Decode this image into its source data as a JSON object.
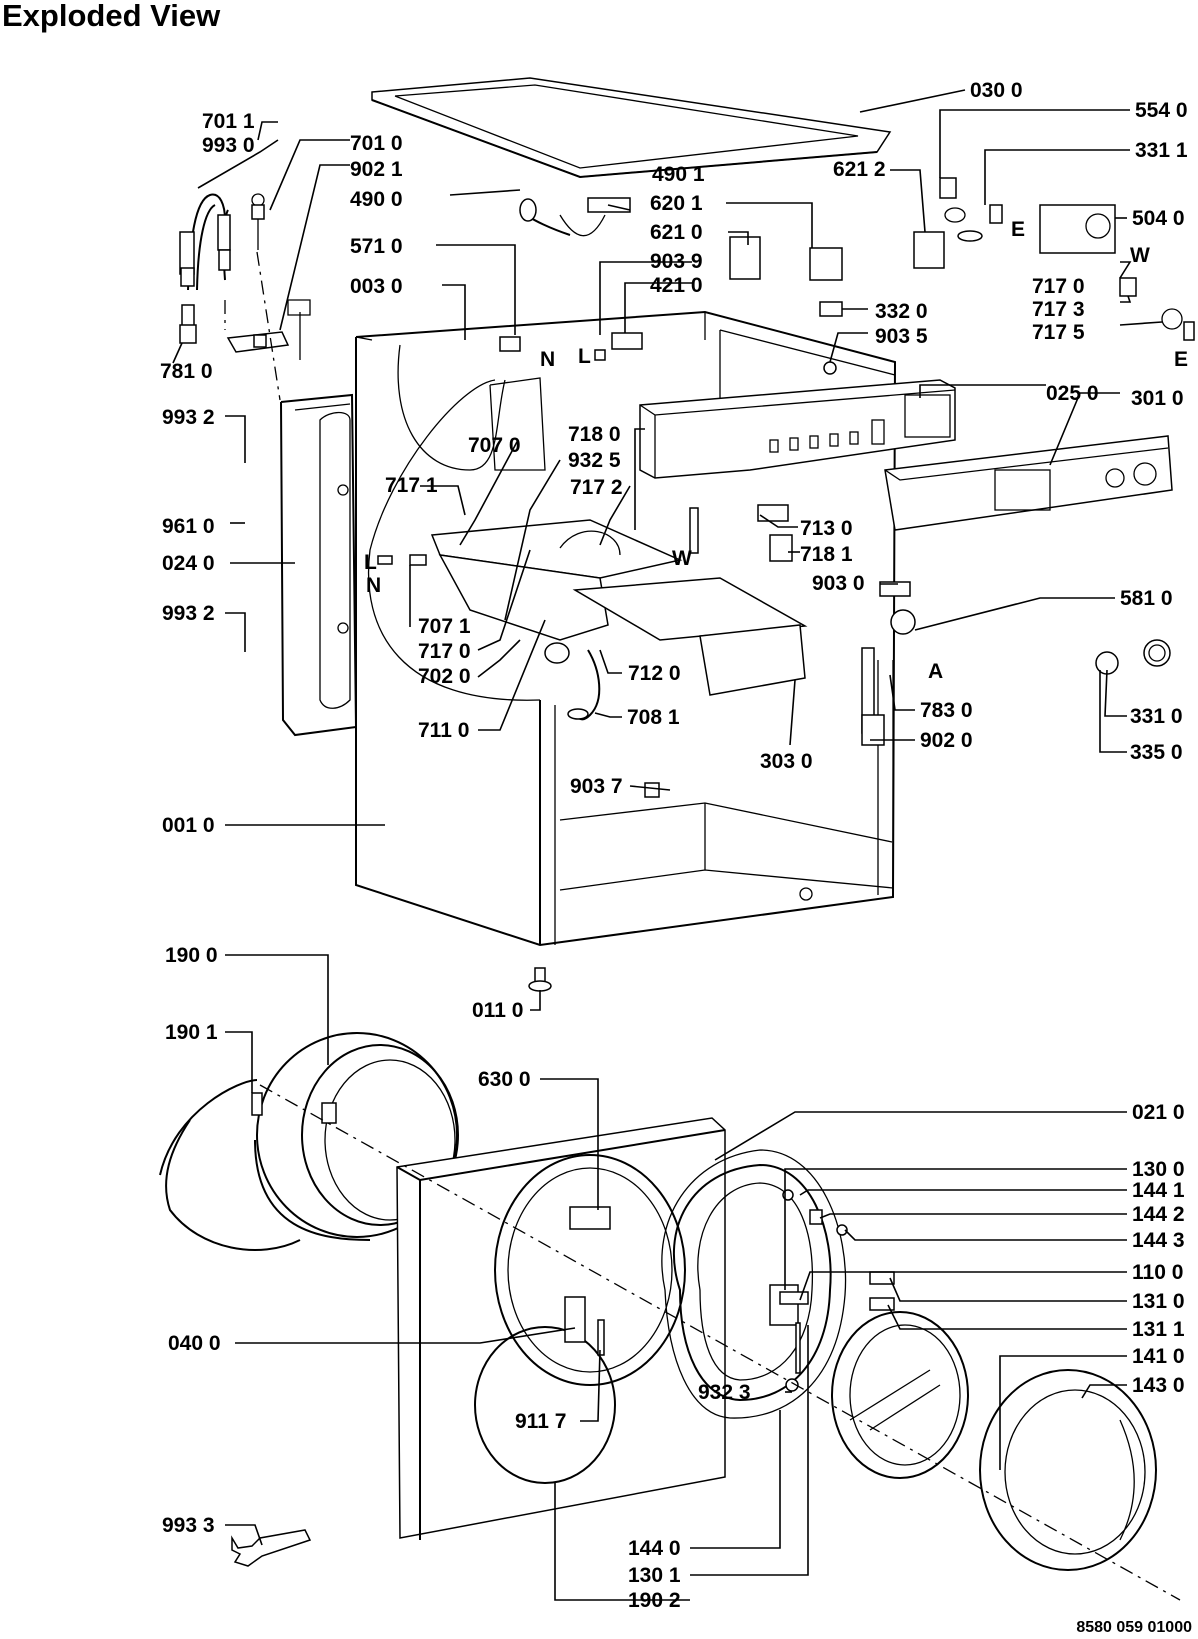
{
  "title": "Exploded View",
  "drawing_code": "8580 059 01000",
  "callouts": [
    {
      "id": "c0300",
      "label": "030 0"
    },
    {
      "id": "c5540",
      "label": "554 0"
    },
    {
      "id": "c3311",
      "label": "331 1"
    },
    {
      "id": "c6212",
      "label": "621 2"
    },
    {
      "id": "c5040",
      "label": "504 0"
    },
    {
      "id": "c7011",
      "label": "701 1"
    },
    {
      "id": "c9930",
      "label": "993 0"
    },
    {
      "id": "c7010",
      "label": "701 0"
    },
    {
      "id": "c9021",
      "label": "902 1"
    },
    {
      "id": "c4901",
      "label": "490 1"
    },
    {
      "id": "c4900",
      "label": "490 0"
    },
    {
      "id": "c6201",
      "label": "620 1"
    },
    {
      "id": "c6210",
      "label": "621 0"
    },
    {
      "id": "c5710",
      "label": "571 0"
    },
    {
      "id": "c9039",
      "label": "903 9"
    },
    {
      "id": "c4210",
      "label": "421 0"
    },
    {
      "id": "c0030",
      "label": "003 0"
    },
    {
      "id": "c7170",
      "label": "717 0"
    },
    {
      "id": "c7173",
      "label": "717 3"
    },
    {
      "id": "c7175",
      "label": "717 5"
    },
    {
      "id": "c3320",
      "label": "332 0"
    },
    {
      "id": "c9035",
      "label": "903 5"
    },
    {
      "id": "c7810",
      "label": "781 0"
    },
    {
      "id": "c0250",
      "label": "025 0"
    },
    {
      "id": "c9932a",
      "label": "993 2"
    },
    {
      "id": "c3010",
      "label": "301 0"
    },
    {
      "id": "c7070",
      "label": "707 0"
    },
    {
      "id": "c7180",
      "label": "718 0"
    },
    {
      "id": "c9325",
      "label": "932 5"
    },
    {
      "id": "c7171",
      "label": "717 1"
    },
    {
      "id": "c7172",
      "label": "717 2"
    },
    {
      "id": "c9610",
      "label": "961 0"
    },
    {
      "id": "c7130",
      "label": "713 0"
    },
    {
      "id": "c0240",
      "label": "024 0"
    },
    {
      "id": "c7181",
      "label": "718 1"
    },
    {
      "id": "c9030",
      "label": "903 0"
    },
    {
      "id": "c9932b",
      "label": "993 2"
    },
    {
      "id": "c5810",
      "label": "581 0"
    },
    {
      "id": "c7071",
      "label": "707 1"
    },
    {
      "id": "c7170b",
      "label": "717 0"
    },
    {
      "id": "c7020",
      "label": "702 0"
    },
    {
      "id": "c7120",
      "label": "712 0"
    },
    {
      "id": "c7830",
      "label": "783 0"
    },
    {
      "id": "c3310",
      "label": "331 0"
    },
    {
      "id": "c7081",
      "label": "708 1"
    },
    {
      "id": "c7110",
      "label": "711 0"
    },
    {
      "id": "c9020",
      "label": "902 0"
    },
    {
      "id": "c3030",
      "label": "303 0"
    },
    {
      "id": "c3350",
      "label": "335 0"
    },
    {
      "id": "c9037",
      "label": "903 7"
    },
    {
      "id": "c0010",
      "label": "001 0"
    },
    {
      "id": "c1900",
      "label": "190 0"
    },
    {
      "id": "c0110",
      "label": "011 0"
    },
    {
      "id": "c1901",
      "label": "190 1"
    },
    {
      "id": "c6300",
      "label": "630 0"
    },
    {
      "id": "c0210",
      "label": "021 0"
    },
    {
      "id": "c1300",
      "label": "130 0"
    },
    {
      "id": "c1441",
      "label": "144 1"
    },
    {
      "id": "c1442",
      "label": "144 2"
    },
    {
      "id": "c1443",
      "label": "144 3"
    },
    {
      "id": "c1100",
      "label": "110 0"
    },
    {
      "id": "c0400",
      "label": "040 0"
    },
    {
      "id": "c1310",
      "label": "131 0"
    },
    {
      "id": "c1311",
      "label": "131 1"
    },
    {
      "id": "c1410",
      "label": "141 0"
    },
    {
      "id": "c9323",
      "label": "932 3"
    },
    {
      "id": "c1430",
      "label": "143 0"
    },
    {
      "id": "c9117",
      "label": "911 7"
    },
    {
      "id": "c9933",
      "label": "993 3"
    },
    {
      "id": "c1440",
      "label": "144 0"
    },
    {
      "id": "c1301",
      "label": "130 1"
    },
    {
      "id": "c1902",
      "label": "190 2"
    }
  ],
  "letters": [
    {
      "id": "n1",
      "text": "N"
    },
    {
      "id": "l1",
      "text": "L"
    },
    {
      "id": "e1",
      "text": "E"
    },
    {
      "id": "w1",
      "text": "W"
    },
    {
      "id": "e2",
      "text": "E"
    },
    {
      "id": "l2",
      "text": "L"
    },
    {
      "id": "n2",
      "text": "N"
    },
    {
      "id": "w2",
      "text": "W"
    },
    {
      "id": "a1",
      "text": "A"
    }
  ]
}
